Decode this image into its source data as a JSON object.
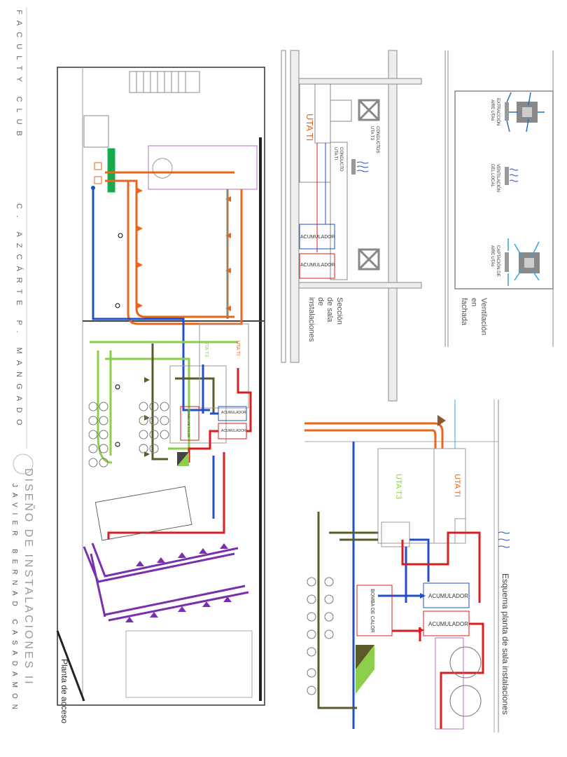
{
  "sidebar": {
    "project": "FACULTY CLUB",
    "architects": "C. AZCÁRTE P. MANGADO",
    "course": "DISEÑO DE INSTALACIONES II",
    "author": "JAVIER BERNAD CASADAMON"
  },
  "plan": {
    "title": "Planta de acceso",
    "uta_t3": "UTA T3",
    "uta_ti": "UTA TI",
    "bomba": "BOMBA DE CALOR",
    "acumulador_1": "ACUMULADOR",
    "acumulador_2": "ACUMULADOR"
  },
  "section": {
    "title_1": "Sección",
    "title_2": "de sala",
    "title_3": "de",
    "title_4": "instalaciones",
    "uta_ti": "UTA TI",
    "conductos_1": "CONDUCTOS",
    "conductos_2": "UTA T3",
    "conducto_1": "CONDUCTO",
    "conducto_2": "UTA TI",
    "acumulador_1": "ACUMULADOR",
    "acumulador_2": "ACUMULADOR"
  },
  "facade": {
    "title_1": "Ventilación",
    "title_2": "en",
    "title_3": "fachada",
    "extraccion_1": "EXTRACCIÓN",
    "extraccion_2": "AIRE UTAs",
    "ventilacion_1": "VENTILACIÓN",
    "ventilacion_2": "DEL LOCAL",
    "captacion_1": "CAPTACIÓN DE",
    "captacion_2": "AIRE UTAs"
  },
  "scheme": {
    "title": "Esquema planta de sala instalaciones",
    "uta_t3": "UTA T3",
    "uta_ti": "UTA TI",
    "bomba": "BOMBA DE CALOR",
    "acumulador_1": "ACUMULADOR",
    "acumulador_2": "ACUMULADOR"
  },
  "colors": {
    "supply_orange": "#e8651a",
    "cold_blue": "#1f4fc8",
    "hot_red": "#d81e1e",
    "return_green": "#8ccf4a",
    "olive": "#5c5a2a",
    "purple": "#7a2fb0",
    "cyan": "#29a9e0"
  }
}
